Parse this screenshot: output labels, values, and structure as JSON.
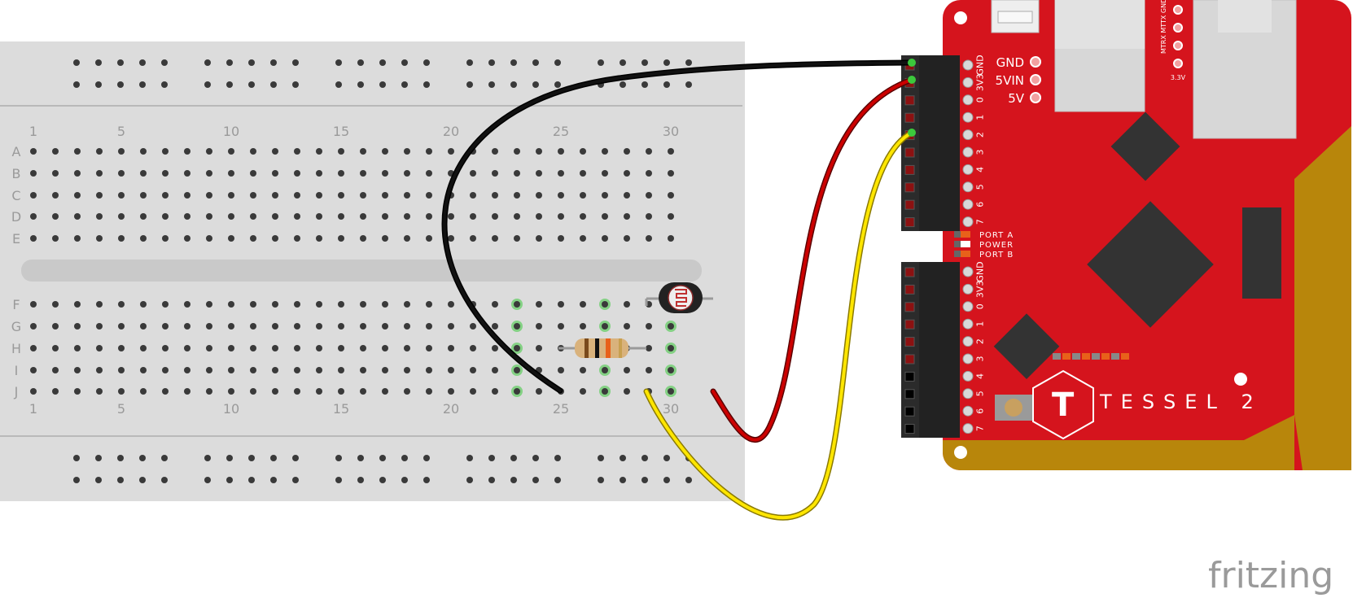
{
  "breadboard": {
    "column_labels": [
      "1",
      "5",
      "10",
      "15",
      "20",
      "25",
      "30"
    ],
    "row_labels_top": [
      "A",
      "B",
      "C",
      "D",
      "E"
    ],
    "row_labels_bottom": [
      "F",
      "G",
      "H",
      "I",
      "J"
    ]
  },
  "board": {
    "power_labels": [
      "GND",
      "5VIN",
      "5V"
    ],
    "port_pins": [
      "GND",
      "3V3",
      "0",
      "1",
      "2",
      "3",
      "4",
      "5",
      "6",
      "7"
    ],
    "port_names": [
      "PORT A",
      "POWER",
      "PORT B"
    ],
    "top_small_labels": [
      "MTRX",
      "MTTX",
      "GND"
    ],
    "voltage_label": "3.3V",
    "brand": "TESSEL 2",
    "logo_letter": "T"
  },
  "wires": [
    {
      "name": "ground-wire",
      "color": "#111111"
    },
    {
      "name": "power-wire",
      "color": "#cc0000"
    },
    {
      "name": "signal-wire",
      "color": "#ffe600"
    }
  ],
  "colors": {
    "board_red": "#d5141d",
    "board_gold": "#b8860b",
    "breadboard": "#dcdcdc",
    "hole": "#3a3a3a",
    "highlight": "#3cc93c"
  },
  "watermark": "fritzing"
}
